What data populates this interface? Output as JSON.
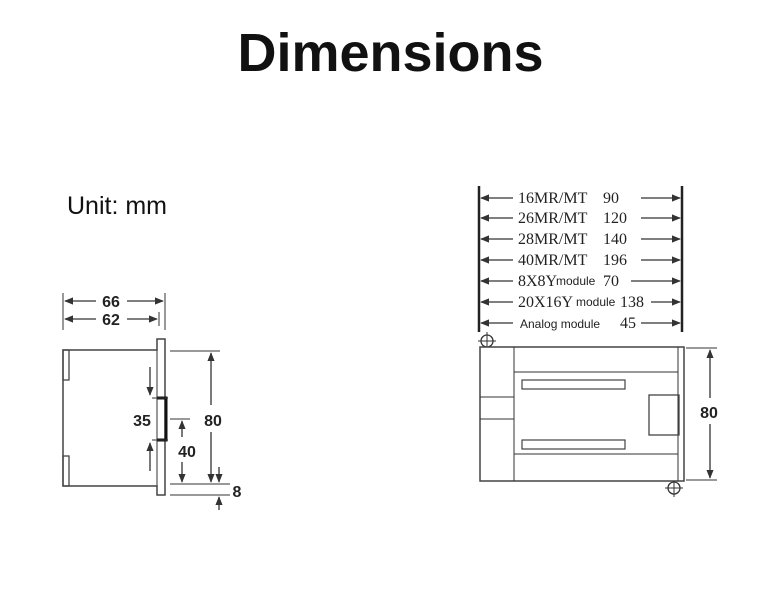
{
  "title": "Dimensions",
  "unit_label": "Unit: mm",
  "side_view": {
    "width_outer": "66",
    "width_inner": "62",
    "height": "80",
    "rail": "35",
    "offset": "40",
    "foot": "8"
  },
  "front_view": {
    "height": "80",
    "rows": [
      {
        "model": "16MR/MT",
        "module": "",
        "length": "90"
      },
      {
        "model": "26MR/MT",
        "module": "",
        "length": "120"
      },
      {
        "model": "28MR/MT",
        "module": "",
        "length": "140"
      },
      {
        "model": "40MR/MT",
        "module": "",
        "length": "196"
      },
      {
        "model": "8X8Y",
        "module": "module",
        "length": "70"
      },
      {
        "model": "20X16Y",
        "module": "module",
        "length": "138"
      },
      {
        "model": "",
        "module": "Analog module",
        "length": "45"
      }
    ]
  }
}
